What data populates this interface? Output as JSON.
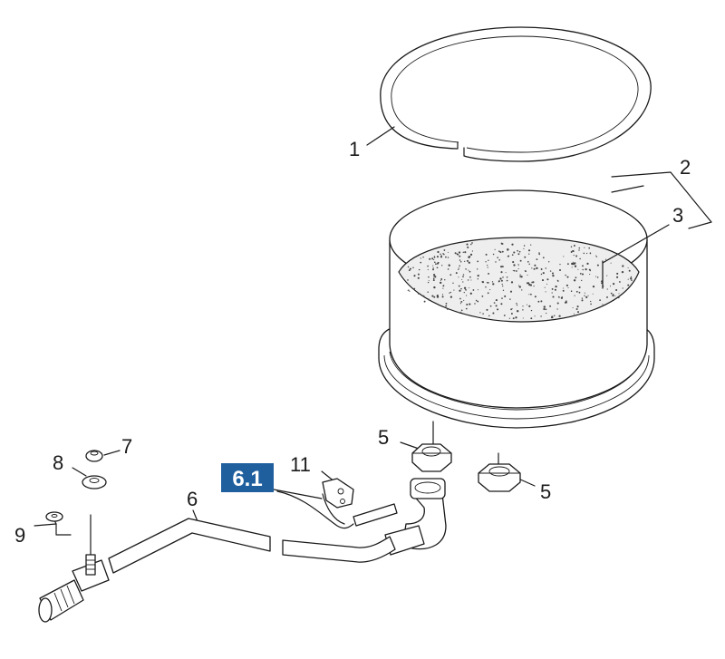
{
  "colors": {
    "badge": "#1f5f9e",
    "line": "#1a1a1a"
  },
  "callouts": [
    {
      "id": "1",
      "text": "1"
    },
    {
      "id": "2",
      "text": "2"
    },
    {
      "id": "3",
      "text": "3"
    },
    {
      "id": "5a",
      "text": "5"
    },
    {
      "id": "5b",
      "text": "5"
    },
    {
      "id": "6",
      "text": "6"
    },
    {
      "id": "7",
      "text": "7"
    },
    {
      "id": "8",
      "text": "8"
    },
    {
      "id": "9",
      "text": "9"
    },
    {
      "id": "11",
      "text": "11"
    }
  ],
  "badge": {
    "text": "6.1"
  }
}
